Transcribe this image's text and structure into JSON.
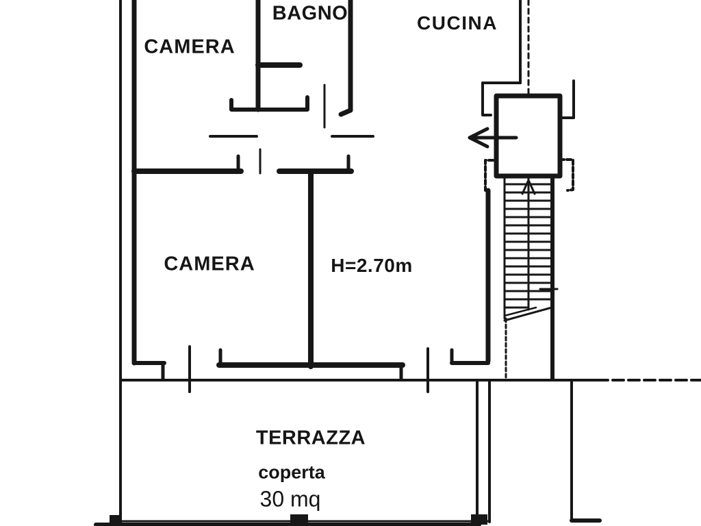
{
  "page": {
    "background": "#ffffff",
    "ink": "#171717"
  },
  "floor_plan": {
    "labels": {
      "camera_top": "CAMERA",
      "bagno": "BAGNO",
      "cucina": "CUCINA",
      "camera_lower": "CAMERA",
      "ceiling_height": "H=2.70m",
      "terrazza": "TERRAZZA",
      "terrazza_sub": "coperta",
      "terrazza_area": "30 mq"
    },
    "annotations": {
      "entry_arrow_direction": "left",
      "stairs_arrow_direction": "up"
    }
  }
}
